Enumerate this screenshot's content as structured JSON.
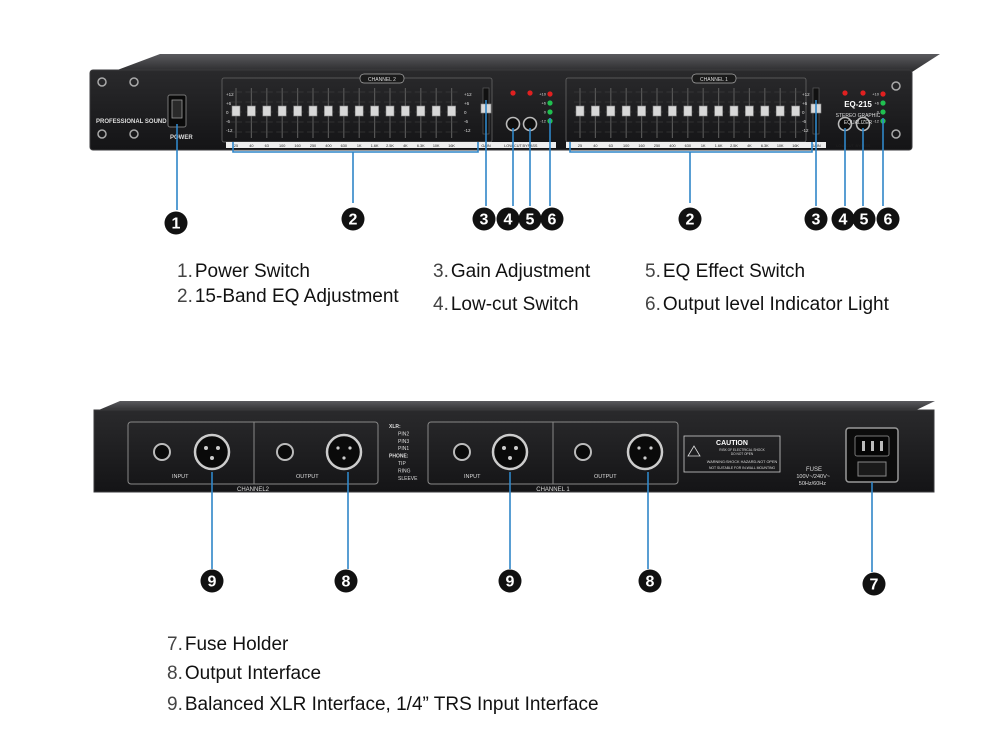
{
  "front": {
    "left_label": "PROFESSIONAL SOUND",
    "power_label": "POWER",
    "channel_left": "CHANNEL 2",
    "channel_right": "CHANNEL 1",
    "model": "EQ-215",
    "subtitle_line1": "STEREO GRAPHIC",
    "subtitle_line2": "EQUALIZER",
    "scale_marks": [
      "+12",
      "+6",
      "0",
      "-6",
      "-12"
    ],
    "freq_labels": [
      "25",
      "40",
      "63",
      "100",
      "160",
      "250",
      "400",
      "630",
      "1K",
      "1.6K",
      "2.5K",
      "4K",
      "6.3K",
      "10K",
      "16K"
    ],
    "gain_label": "GAIN",
    "lowcut_label": "LOW-CUT",
    "bypass_label": "BYPASS",
    "led_labels": [
      "+10",
      "+6",
      "0",
      "-12"
    ]
  },
  "rear": {
    "input_label": "INPUT",
    "output_label": "OUTPUT",
    "channel_left": "CHANNEL2",
    "channel_right": "CHANNEL 1",
    "pin_legend": [
      "XLR:",
      "PIN2",
      "PIN3",
      "PIN1",
      "PHONE:",
      "TIP",
      "RING",
      "SLEEVE"
    ],
    "caution_title": "CAUTION",
    "caution_line1": "RISK OF ELECTRICAL SHOCK",
    "caution_line2": "DO NOT OPEN",
    "caution_line3": "WARNING:SHOCK HAZARD-NOT OPEN",
    "caution_line4": "NOT SUITABLE FOR IN-WALL MOUNTING",
    "fuse_label": "FUSE",
    "voltage_label": "100V~/240V~",
    "freq_label": "50Hz/60Hz"
  },
  "markers": {
    "front": [
      "1",
      "2",
      "3",
      "4",
      "5",
      "6",
      "2",
      "3",
      "4",
      "5",
      "6"
    ],
    "rear": [
      "9",
      "8",
      "9",
      "8",
      "7"
    ]
  },
  "legend": [
    {
      "num": "1.",
      "text": "Power Switch"
    },
    {
      "num": "2.",
      "text": "15-Band EQ Adjustment"
    },
    {
      "num": "3.",
      "text": "Gain Adjustment"
    },
    {
      "num": "4.",
      "text": "Low-cut Switch"
    },
    {
      "num": "5.",
      "text": "EQ Effect Switch"
    },
    {
      "num": "6.",
      "text": "Output level Indicator Light"
    },
    {
      "num": "7.",
      "text": "Fuse Holder"
    },
    {
      "num": "8.",
      "text": "Output Interface"
    },
    {
      "num": "9.",
      "text": "Balanced XLR Interface, 1/4” TRS Input Interface"
    }
  ],
  "colors": {
    "panel": "#1c1c1e",
    "panel_edge": "#3a3a3c",
    "leader": "#2f86c8",
    "marker": "#111111",
    "led_red": "#e02020",
    "led_green": "#20c050"
  }
}
